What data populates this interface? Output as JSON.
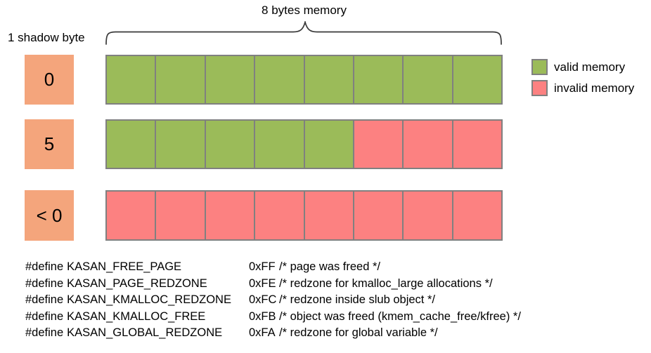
{
  "title": "8 bytes memory",
  "shadow_byte_label": "1 shadow byte",
  "rows": [
    {
      "shadow_value": "0",
      "cells": [
        "valid",
        "valid",
        "valid",
        "valid",
        "valid",
        "valid",
        "valid",
        "valid"
      ]
    },
    {
      "shadow_value": "5",
      "cells": [
        "valid",
        "valid",
        "valid",
        "valid",
        "valid",
        "invalid",
        "invalid",
        "invalid"
      ]
    },
    {
      "shadow_value": "< 0",
      "cells": [
        "invalid",
        "invalid",
        "invalid",
        "invalid",
        "invalid",
        "invalid",
        "invalid",
        "invalid"
      ]
    }
  ],
  "legend": [
    {
      "type": "valid",
      "label": "valid memory"
    },
    {
      "type": "invalid",
      "label": "invalid memory"
    }
  ],
  "colors": {
    "valid": "#9BBB59",
    "invalid": "#FC8181",
    "shadow_box": "#F4A57C",
    "cell_border": "#808080"
  },
  "defines": [
    {
      "directive": "#define",
      "name": "KASAN_FREE_PAGE",
      "value": "0xFF",
      "comment": "/* page was freed */"
    },
    {
      "directive": "#define",
      "name": "KASAN_PAGE_REDZONE",
      "value": "0xFE",
      "comment": "/* redzone for kmalloc_large allocations */"
    },
    {
      "directive": "#define",
      "name": "KASAN_KMALLOC_REDZONE",
      "value": "0xFC",
      "comment": "/* redzone inside slub object */"
    },
    {
      "directive": "#define",
      "name": "KASAN_KMALLOC_FREE",
      "value": "0xFB",
      "comment": "/* object was freed (kmem_cache_free/kfree) */"
    },
    {
      "directive": "#define",
      "name": "KASAN_GLOBAL_REDZONE",
      "value": "0xFA",
      "comment": "/* redzone for global variable */"
    }
  ]
}
